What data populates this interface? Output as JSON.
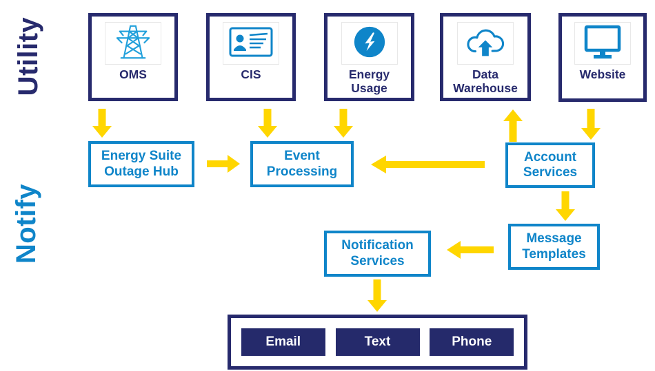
{
  "section_labels": {
    "utility": "Utility",
    "notify": "Notify"
  },
  "colors": {
    "navy": "#272A6D",
    "blue": "#0F85C9",
    "arrow_yellow": "#FFD600",
    "icon_light_blue": "#21A0DB"
  },
  "utility_systems": [
    {
      "label": "OMS",
      "icon": "transmission-tower-icon"
    },
    {
      "label": "CIS",
      "icon": "id-card-icon"
    },
    {
      "label": "Energy\nUsage",
      "icon": "lightning-circle-icon"
    },
    {
      "label": "Data\nWarehouse",
      "icon": "cloud-upload-icon"
    },
    {
      "label": "Website",
      "icon": "monitor-icon"
    }
  ],
  "notify_services": {
    "outage_hub": "Energy Suite\nOutage Hub",
    "event_processing": "Event\nProcessing",
    "account_services": "Account\nServices",
    "message_templates": "Message\nTemplates",
    "notification_services": "Notification\nServices"
  },
  "channels": [
    {
      "label": "Email"
    },
    {
      "label": "Text"
    },
    {
      "label": "Phone"
    }
  ],
  "flows": [
    {
      "from": "OMS",
      "to": "Energy Suite Outage Hub"
    },
    {
      "from": "CIS",
      "to": "Event Processing"
    },
    {
      "from": "Energy Usage",
      "to": "Event Processing"
    },
    {
      "from": "Energy Suite Outage Hub",
      "to": "Event Processing"
    },
    {
      "from": "Account Services",
      "to": "Data Warehouse"
    },
    {
      "from": "Website",
      "to": "Account Services"
    },
    {
      "from": "Account Services",
      "to": "Event Processing"
    },
    {
      "from": "Account Services",
      "to": "Message Templates"
    },
    {
      "from": "Message Templates",
      "to": "Notification Services"
    },
    {
      "from": "Notification Services",
      "to": "Email / Text / Phone"
    }
  ]
}
